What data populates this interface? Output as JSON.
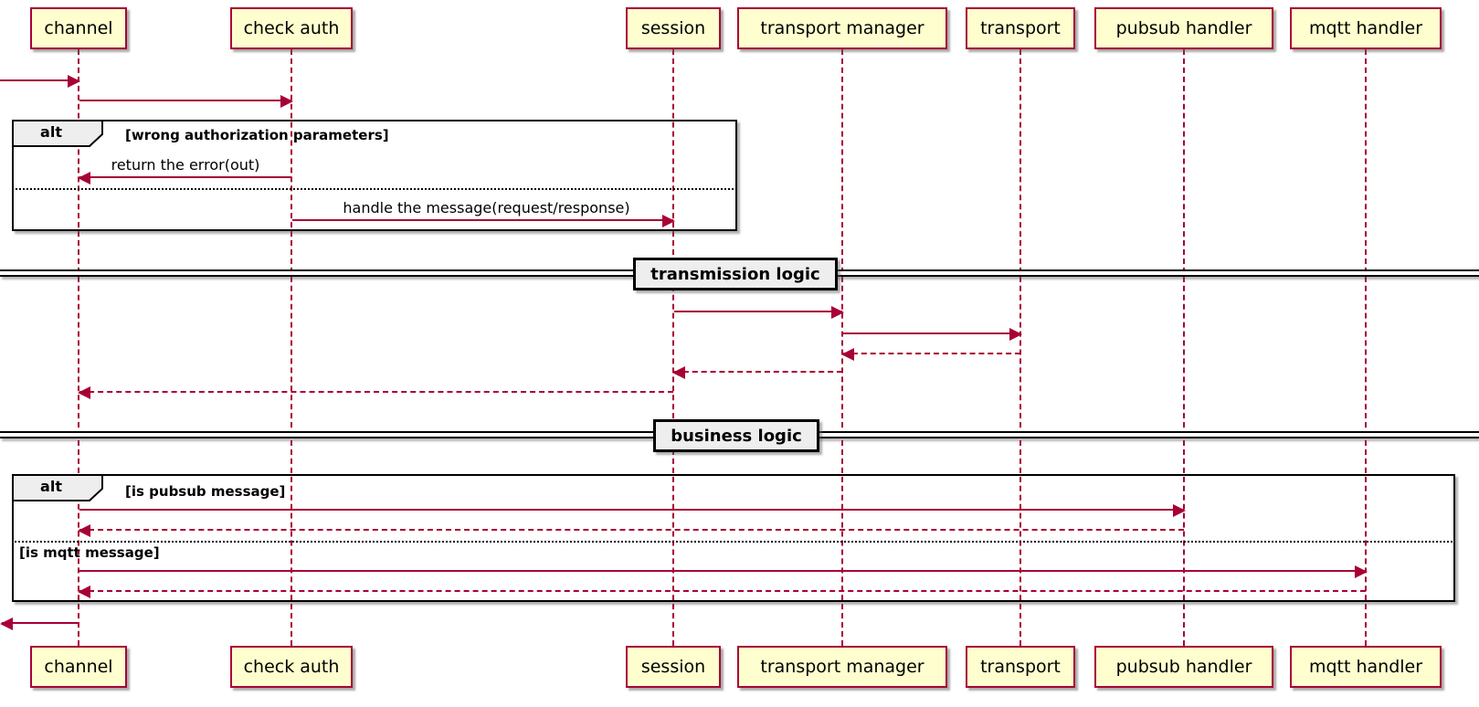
{
  "diagram_type": "sequence",
  "participants": [
    {
      "label": "channel"
    },
    {
      "label": "check auth"
    },
    {
      "label": "session"
    },
    {
      "label": "transport manager"
    },
    {
      "label": "transport"
    },
    {
      "label": "pubsub handler"
    },
    {
      "label": "mqtt handler"
    }
  ],
  "frames": [
    {
      "keyword": "alt",
      "conditions": [
        "[wrong authorization parameters]"
      ]
    },
    {
      "keyword": "alt",
      "conditions": [
        "[is pubsub message]",
        "[is mqtt message]"
      ]
    }
  ],
  "dividers": [
    {
      "label": "transmission logic"
    },
    {
      "label": "business logic"
    }
  ],
  "messages": [
    {
      "from": "external",
      "to": "channel",
      "style": "solid",
      "label": ""
    },
    {
      "from": "channel",
      "to": "check auth",
      "style": "solid",
      "label": ""
    },
    {
      "from": "check auth",
      "to": "channel",
      "style": "solid",
      "label": "return the error(out)"
    },
    {
      "from": "check auth",
      "to": "session",
      "style": "solid",
      "label": "handle the message(request/response)"
    },
    {
      "from": "session",
      "to": "transport manager",
      "style": "solid",
      "label": ""
    },
    {
      "from": "transport manager",
      "to": "transport",
      "style": "solid",
      "label": ""
    },
    {
      "from": "transport",
      "to": "transport manager",
      "style": "dashed",
      "label": ""
    },
    {
      "from": "transport manager",
      "to": "session",
      "style": "dashed",
      "label": ""
    },
    {
      "from": "session",
      "to": "channel",
      "style": "dashed",
      "label": ""
    },
    {
      "from": "channel",
      "to": "pubsub handler",
      "style": "solid",
      "label": ""
    },
    {
      "from": "pubsub handler",
      "to": "channel",
      "style": "dashed",
      "label": ""
    },
    {
      "from": "channel",
      "to": "mqtt handler",
      "style": "solid",
      "label": ""
    },
    {
      "from": "mqtt handler",
      "to": "channel",
      "style": "dashed",
      "label": ""
    },
    {
      "from": "channel",
      "to": "external",
      "style": "solid",
      "label": ""
    }
  ],
  "colors": {
    "arrow": "#A80036",
    "lifeline": "#A80036",
    "participant_fill": "#FEFECE",
    "participant_border": "#A80036",
    "frame_border": "#000000",
    "group_label_fill": "#EEEEEE",
    "background": "#FFFFFF"
  }
}
